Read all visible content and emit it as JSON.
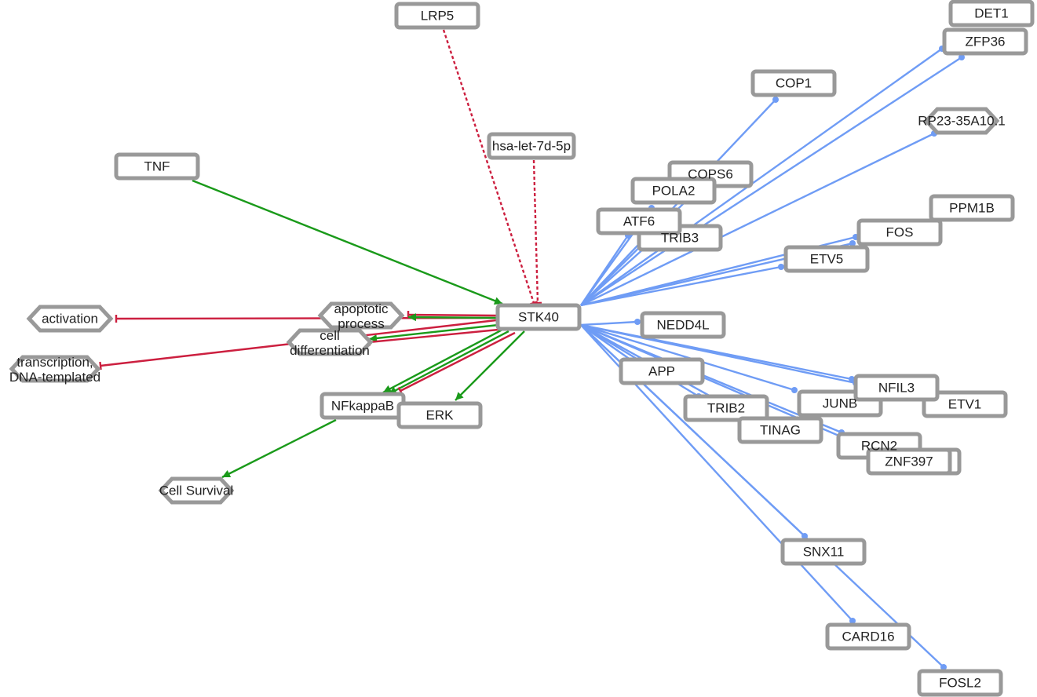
{
  "colors": {
    "activates": "#1a9a1a",
    "inhibits": "#cc1f3f",
    "binds": "#6f9cf5",
    "node_border": "#999999"
  },
  "nodes": [
    {
      "id": "LRP5",
      "label": "LRP5",
      "shape": "rect"
    },
    {
      "id": "DET1",
      "label": "DET1",
      "shape": "rect"
    },
    {
      "id": "ZFP36",
      "label": "ZFP36",
      "shape": "rect"
    },
    {
      "id": "COP1",
      "label": "COP1",
      "shape": "rect"
    },
    {
      "id": "RP23",
      "label": "RP23-35A10.1",
      "shape": "hex"
    },
    {
      "id": "TNF",
      "label": "TNF",
      "shape": "rect"
    },
    {
      "id": "LET7D",
      "label": "hsa-let-7d-5p",
      "shape": "rect"
    },
    {
      "id": "COPS6",
      "label": "COPS6",
      "shape": "rect"
    },
    {
      "id": "PPM1B",
      "label": "PPM1B",
      "shape": "rect"
    },
    {
      "id": "TRIB3",
      "label": "TRIB3",
      "shape": "rect"
    },
    {
      "id": "POLA2",
      "label": "POLA2",
      "shape": "rect"
    },
    {
      "id": "ATF6",
      "label": "ATF6",
      "shape": "rect"
    },
    {
      "id": "FOS",
      "label": "FOS",
      "shape": "rect"
    },
    {
      "id": "ETV5",
      "label": "ETV5",
      "shape": "rect"
    },
    {
      "id": "activation",
      "label": "activation",
      "shape": "hex"
    },
    {
      "id": "celldiff",
      "label": "cell differentiation",
      "shape": "hex"
    },
    {
      "id": "apoptotic",
      "label": "apoptotic process",
      "shape": "hex"
    },
    {
      "id": "transcription",
      "label": "transcription, DNA-templated",
      "shape": "hex"
    },
    {
      "id": "NEDD4L",
      "label": "NEDD4L",
      "shape": "rect"
    },
    {
      "id": "APP",
      "label": "APP",
      "shape": "rect"
    },
    {
      "id": "ETV1",
      "label": "ETV1",
      "shape": "rect"
    },
    {
      "id": "JUNB",
      "label": "JUNB",
      "shape": "rect"
    },
    {
      "id": "NFIL3",
      "label": "NFIL3",
      "shape": "rect"
    },
    {
      "id": "TRIB2",
      "label": "TRIB2",
      "shape": "rect"
    },
    {
      "id": "TINAG",
      "label": "TINAG",
      "shape": "rect"
    },
    {
      "id": "RCN2",
      "label": "RCN2",
      "shape": "rect"
    },
    {
      "id": "ZNF397",
      "label": "ZNF397",
      "shape": "rect"
    },
    {
      "id": "NFkappaB",
      "label": "NFkappaB",
      "shape": "rect"
    },
    {
      "id": "ERK",
      "label": "ERK",
      "shape": "rect"
    },
    {
      "id": "CellSurvival",
      "label": "Cell Survival",
      "shape": "hex"
    },
    {
      "id": "SNX11",
      "label": "SNX11",
      "shape": "rect"
    },
    {
      "id": "CARD16",
      "label": "CARD16",
      "shape": "rect"
    },
    {
      "id": "FOSL2",
      "label": "FOSL2",
      "shape": "rect"
    },
    {
      "id": "STK40",
      "label": "STK40",
      "shape": "rect"
    }
  ],
  "edges": [
    {
      "from": "TNF",
      "to": "STK40",
      "type": "activates"
    },
    {
      "from": "LRP5",
      "to": "STK40",
      "type": "inhibits-dashed"
    },
    {
      "from": "LET7D",
      "to": "STK40",
      "type": "inhibits-dashed"
    },
    {
      "from": "STK40",
      "to": "activation",
      "type": "inhibits"
    },
    {
      "from": "STK40",
      "to": "apoptotic",
      "type": "inhibits"
    },
    {
      "from": "STK40",
      "to": "apoptotic",
      "type": "activates"
    },
    {
      "from": "STK40",
      "to": "celldiff",
      "type": "activates"
    },
    {
      "from": "STK40",
      "to": "celldiff",
      "type": "inhibits"
    },
    {
      "from": "STK40",
      "to": "transcription",
      "type": "inhibits"
    },
    {
      "from": "STK40",
      "to": "NFkappaB",
      "type": "activates"
    },
    {
      "from": "STK40",
      "to": "NFkappaB",
      "type": "activates"
    },
    {
      "from": "STK40",
      "to": "NFkappaB",
      "type": "inhibits"
    },
    {
      "from": "STK40",
      "to": "ERK",
      "type": "activates"
    },
    {
      "from": "NFkappaB",
      "to": "CellSurvival",
      "type": "activates"
    },
    {
      "from": "STK40",
      "to": "DET1",
      "type": "binds"
    },
    {
      "from": "STK40",
      "to": "ZFP36",
      "type": "binds"
    },
    {
      "from": "STK40",
      "to": "COP1",
      "type": "binds"
    },
    {
      "from": "STK40",
      "to": "RP23",
      "type": "binds"
    },
    {
      "from": "STK40",
      "to": "COPS6",
      "type": "binds"
    },
    {
      "from": "STK40",
      "to": "POLA2",
      "type": "binds"
    },
    {
      "from": "STK40",
      "to": "ATF6",
      "type": "binds"
    },
    {
      "from": "STK40",
      "to": "TRIB3",
      "type": "binds"
    },
    {
      "from": "STK40",
      "to": "PPM1B",
      "type": "binds"
    },
    {
      "from": "STK40",
      "to": "FOS",
      "type": "binds"
    },
    {
      "from": "STK40",
      "to": "ETV5",
      "type": "binds"
    },
    {
      "from": "STK40",
      "to": "NEDD4L",
      "type": "binds"
    },
    {
      "from": "STK40",
      "to": "APP",
      "type": "binds"
    },
    {
      "from": "STK40",
      "to": "NFIL3",
      "type": "binds"
    },
    {
      "from": "STK40",
      "to": "JUNB",
      "type": "binds"
    },
    {
      "from": "STK40",
      "to": "ETV1",
      "type": "binds"
    },
    {
      "from": "STK40",
      "to": "TRIB2",
      "type": "binds"
    },
    {
      "from": "STK40",
      "to": "TINAG",
      "type": "binds"
    },
    {
      "from": "STK40",
      "to": "RCN2",
      "type": "binds"
    },
    {
      "from": "STK40",
      "to": "ZNF397",
      "type": "binds"
    },
    {
      "from": "STK40",
      "to": "SNX11",
      "type": "binds"
    },
    {
      "from": "STK40",
      "to": "CARD16",
      "type": "binds"
    },
    {
      "from": "STK40",
      "to": "FOSL2",
      "type": "binds"
    }
  ]
}
